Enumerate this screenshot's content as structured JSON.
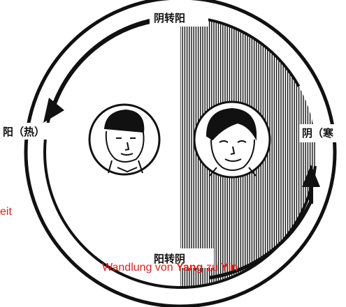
{
  "diagram": {
    "label_top": "阴转阳",
    "label_bottom": "阳转阴",
    "label_left": "阳（热）",
    "label_right": "阴（寒",
    "annotation_left_fragment": "eit",
    "caption_prefix": "Wandlung von ",
    "caption_yang": "Yang",
    "caption_mid": " zu ",
    "caption_yin": "Yin"
  },
  "figures": {
    "left": "face-portrait-icon",
    "right": "face-portrait-icon"
  },
  "colors": {
    "ink": "#111111",
    "caption": "#e02020",
    "background": "#ffffff"
  }
}
